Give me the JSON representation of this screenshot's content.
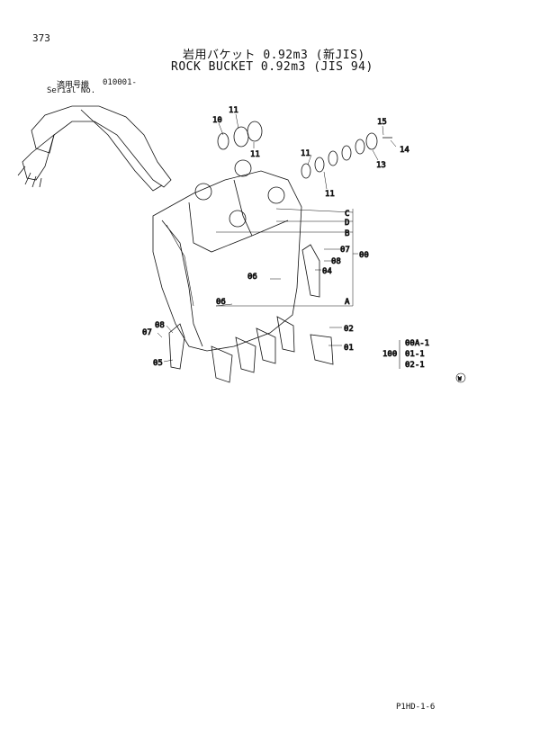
{
  "header": {
    "page_number": "373",
    "title_jp": "岩用バケット 0.92m3 (新JIS)",
    "title_en": "ROCK BUCKET 0.92m3 (JIS 94)",
    "serial_label_jp": "適用号機",
    "serial_label_en": "Serial No.",
    "serial_value": "010001-"
  },
  "callouts": [
    "10",
    "11",
    "11",
    "15",
    "14",
    "13",
    "11",
    "11",
    "C",
    "D",
    "B",
    "07",
    "08",
    "00",
    "04",
    "06",
    "06",
    "A",
    "08",
    "07",
    "05",
    "02",
    "01"
  ],
  "variant_group": {
    "number": "100",
    "items": [
      "00A-1",
      "01-1",
      "02-1"
    ]
  },
  "footer": {
    "doc_code": "P1HD-1-6",
    "mark": "W"
  }
}
